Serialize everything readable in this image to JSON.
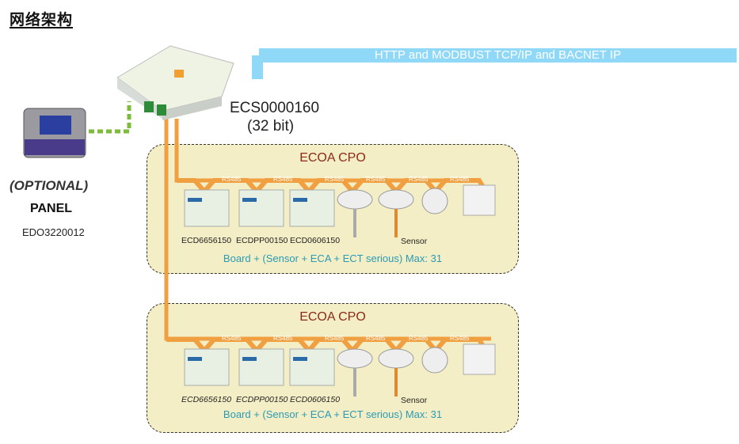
{
  "title": "网络架构",
  "network": {
    "label": "HTTP and MODBUST TCP/IP and BACNET IP",
    "color": "#8fd8f8"
  },
  "controller": {
    "model": "ECS0000160",
    "bits": "(32 bit)"
  },
  "panel": {
    "optional_label": "(OPTIONAL)",
    "label": "PANEL",
    "model": "EDO3220012"
  },
  "colors": {
    "bus": "#f0a040",
    "panel_link": "#7dbb3a",
    "zone_bg": "#f4eec6",
    "zone_title": "#8b2a1a",
    "zone_note": "#2a9bb3"
  },
  "zones": [
    {
      "title": "ECOA CPO",
      "bus_labels": [
        "RS485",
        "RS485",
        "RS485",
        "RS485",
        "RS485",
        "RS485"
      ],
      "devices": [
        "ECD6656150",
        "ECDPP00150",
        "ECD0606150"
      ],
      "sensor_label": "Sensor",
      "note": "Board + (Sensor + ECA + ECT serious) Max: 31"
    },
    {
      "title": "ECOA CPO",
      "bus_labels": [
        "RS485",
        "RS485",
        "RS485",
        "RS485",
        "RS485",
        "RS485"
      ],
      "devices": [
        "ECD6656150",
        "ECDPP00150",
        "ECD0606150"
      ],
      "sensor_label": "Sensor",
      "note": "Board + (Sensor + ECA + ECT serious) Max: 31"
    }
  ]
}
